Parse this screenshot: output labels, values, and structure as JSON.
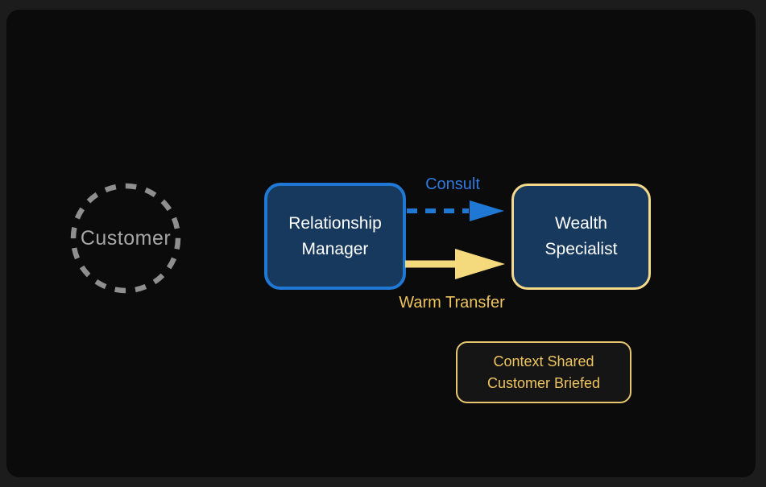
{
  "diagram": {
    "nodes": {
      "customer": {
        "label": "Customer",
        "shape": "dashed-circle"
      },
      "relationship_manager": {
        "label": "Relationship Manager",
        "shape": "rounded-box"
      },
      "wealth_specialist": {
        "label": "Wealth Specialist",
        "shape": "rounded-box"
      }
    },
    "edges": {
      "consult": {
        "label": "Consult",
        "from": "relationship_manager",
        "to": "wealth_specialist",
        "style": "dashed",
        "color": "#1f79d4"
      },
      "warm_transfer": {
        "label": "Warm Transfer",
        "from": "relationship_manager",
        "to": "wealth_specialist",
        "style": "solid-thick",
        "color": "#f5d97d"
      }
    },
    "note": {
      "lines": [
        "Context Shared",
        "Customer Briefed"
      ]
    }
  },
  "colors": {
    "outer_background": "#1c1c1c",
    "panel_background": "#0b0b0b",
    "node_fill": "#17395e",
    "blue_accent": "#1f79d4",
    "blue_label": "#3079dd",
    "gold_accent": "#f4d98b",
    "gold_arrow": "#f5d97d",
    "gold_label": "#edc35e",
    "note_border": "#e6c76f",
    "note_text": "#eec45f",
    "customer_gray": "#8f8f8f",
    "node_text": "#ffffff"
  }
}
